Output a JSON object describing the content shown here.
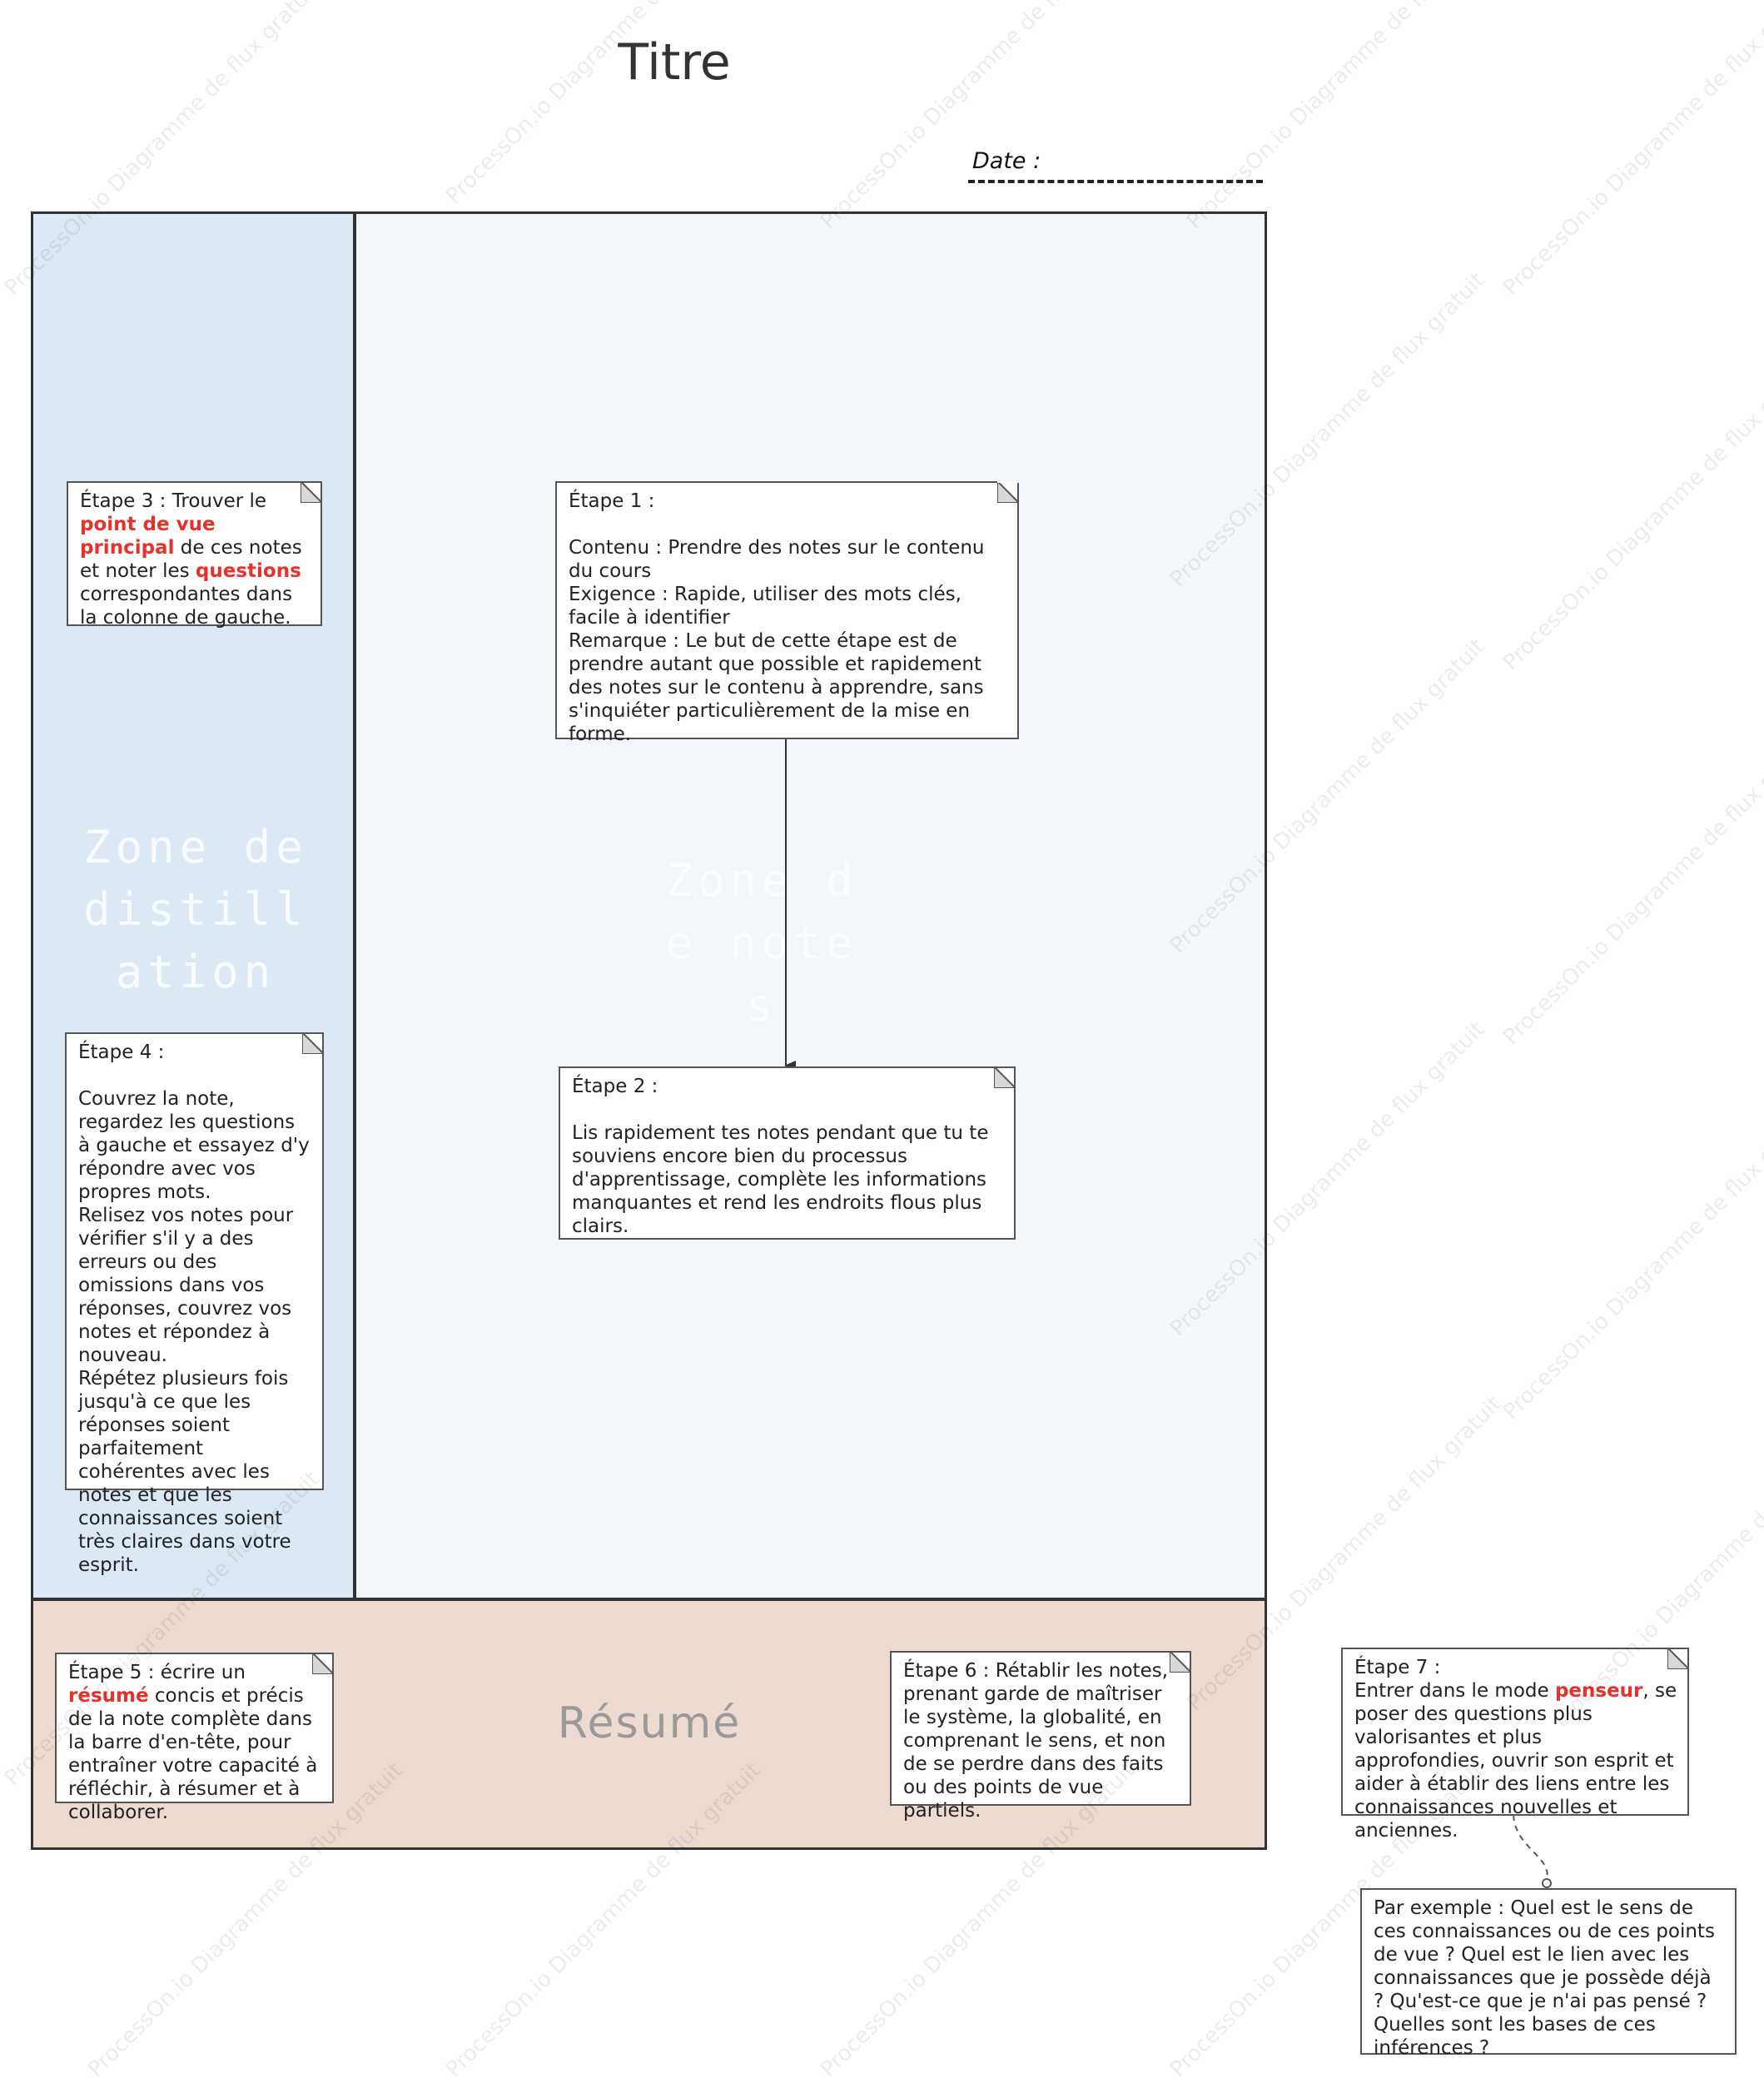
{
  "header": {
    "title": "Titre",
    "date_label": "Date :"
  },
  "zones": {
    "distillation_label": "Zone de distillation",
    "notes_label": "Zone de notes",
    "resume_label": "Résumé"
  },
  "steps": {
    "step1": {
      "heading": "Étape 1 :",
      "lines": [
        "Contenu : Prendre des notes sur le contenu du cours",
        "Exigence : Rapide, utiliser des mots clés, facile à identifier",
        "Remarque : Le but de cette étape est de prendre autant que possible et rapidement des notes sur le contenu à apprendre, sans s'inquiéter particulièrement de la mise en forme."
      ]
    },
    "step2": {
      "heading": "Étape 2 :",
      "body": "Lis rapidement tes notes pendant que tu te souviens encore bien du processus d'apprentissage, complète les informations manquantes et rend les endroits flous plus clairs."
    },
    "step3": {
      "prefix": "Étape 3 : Trouver le ",
      "highlight1": "point de vue principal",
      "middle": " de ces notes et noter les ",
      "highlight2": "questions",
      "suffix": " correspondantes dans la colonne de gauche."
    },
    "step4": {
      "heading": "Étape 4 :",
      "lines": [
        "Couvrez la note, regardez les questions à gauche et essayez d'y répondre avec vos propres mots.",
        "Relisez vos notes pour vérifier s'il y a des erreurs ou des omissions dans vos réponses, couvrez vos notes et répondez à nouveau.",
        "Répétez plusieurs fois jusqu'à ce que les réponses soient parfaitement cohérentes avec les notes et que les connaissances soient très claires dans votre esprit."
      ]
    },
    "step5": {
      "prefix": "Étape 5 : écrire un ",
      "highlight": "résumé",
      "suffix": " concis et précis de la note complète dans la barre d'en-tête, pour entraîner votre capacité à réfléchir, à résumer et à collaborer."
    },
    "step6": {
      "body": "Étape 6 : Rétablir les notes, prenant garde de maîtriser le système, la globalité, en comprenant le sens, et non de se perdre dans des faits ou des points de vue partiels."
    },
    "step7": {
      "heading": "Étape 7 :",
      "prefix": "Entrer dans le mode ",
      "highlight": "penseur",
      "suffix": ", se poser des questions plus valorisantes et plus approfondies, ouvrir son esprit et aider à établir des liens entre les connaissances nouvelles et anciennes."
    },
    "example": {
      "body": "Par exemple : Quel est le sens de ces connaissances ou de ces points de vue ? Quel est le lien avec les connaissances que je possède déjà ? Qu'est-ce que je n'ai pas pensé ? Quelles sont les bases de ces inférences ?"
    }
  },
  "watermark": "ProcessOn.io Diagramme de flux gratuit",
  "colors": {
    "highlight": "#e8312a",
    "distillation_bg": "#dce8f4",
    "notes_bg": "#f3f7fc",
    "resume_bg": "#eddad1"
  }
}
